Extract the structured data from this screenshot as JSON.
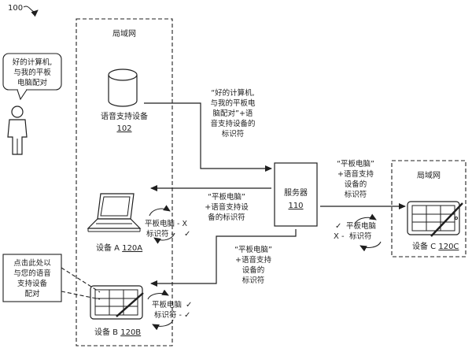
{
  "figure_number": "100",
  "lan_left": {
    "title": "局域网"
  },
  "lan_right": {
    "title": "局域网"
  },
  "user_speech": [
    "好的计算机,",
    "与我的平板",
    "电脑配对"
  ],
  "voice_device": {
    "label": "语音支持设备",
    "ref": "102"
  },
  "server": {
    "label": "服务器",
    "ref": "110"
  },
  "device_a": {
    "label": "设备 A ",
    "ref": "120A"
  },
  "device_b": {
    "label": "设备 B ",
    "ref": "120B"
  },
  "device_c": {
    "label": "设备 C ",
    "ref": "120C"
  },
  "msg_voice_to_server": [
    "“好的计算机,",
    "与我的平板电",
    "脑配对”+语",
    "音支持设备的",
    "标识符"
  ],
  "msg_server_to_a": [
    "“平板电脑”",
    "+语音支持设",
    "备的标识符"
  ],
  "msg_server_to_c": [
    "“平板电脑”",
    "+语音支持",
    "设备的",
    "标识符"
  ],
  "msg_server_to_b": [
    "“平板电脑”",
    "+语音支持",
    "设备的",
    "标识符"
  ],
  "check_a": {
    "text": [
      "平板电脑 - X",
      "标识符 -"
    ],
    "mark1": "",
    "mark2": "✓"
  },
  "check_b": {
    "text": [
      "平板电脑",
      "标识符 -"
    ],
    "mark1": "✓",
    "mark2": "✓"
  },
  "check_c": {
    "text": [
      "平板电脑",
      "标识符"
    ],
    "mark1": "✓",
    "mark2": "X -"
  },
  "prompt_b": [
    "点击此处以",
    "与您的语音",
    "支持设备",
    "配对"
  ]
}
